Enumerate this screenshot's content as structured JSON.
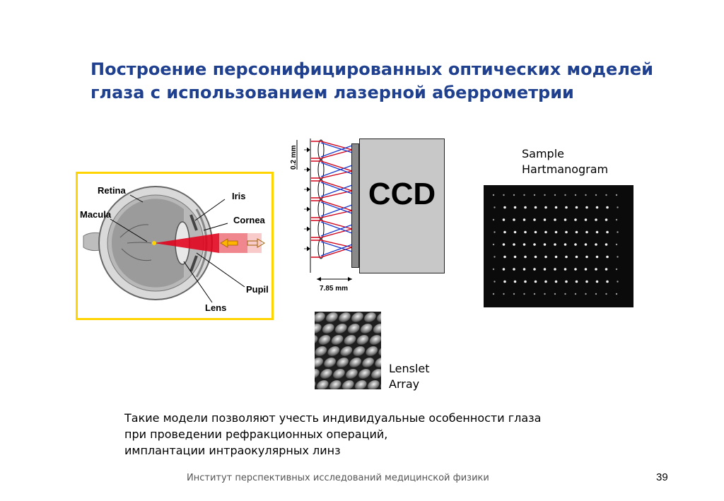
{
  "slide": {
    "title_line1": "Построение персонифицированных оптических моделей",
    "title_line2": "глаза с использованием лазерной аберрометрии",
    "eye_labels": {
      "retina": "Retina",
      "iris": "Iris",
      "macula": "Macula",
      "cornea": "Cornea",
      "pupil": "Pupil",
      "lens": "Lens"
    },
    "sensor": {
      "ccd": "CCD",
      "dim_vertical": "0.2 mm",
      "dim_horizontal": "7.85 mm"
    },
    "hartmanogram_label_line1": "Sample",
    "hartmanogram_label_line2": "Hartmanogram",
    "lenslet_label_line1": "Lenslet",
    "lenslet_label_line2": "Array",
    "body_line1": "Такие модели позволяют учесть индивидуальные особенности глаза",
    "body_line2": "при проведении рефракционных операций,",
    "body_line3": "имплантации интраокулярных линз",
    "footer": "Институт перспективных исследований медицинской физики",
    "page_number": "39"
  },
  "colors": {
    "title": "#1f3f8f",
    "eye_frame": "#ffd400",
    "laser": "#e0001a",
    "ray_red": "#d0021b",
    "ray_blue": "#1a3ccc",
    "ccd_fill": "#c8c8c8"
  }
}
